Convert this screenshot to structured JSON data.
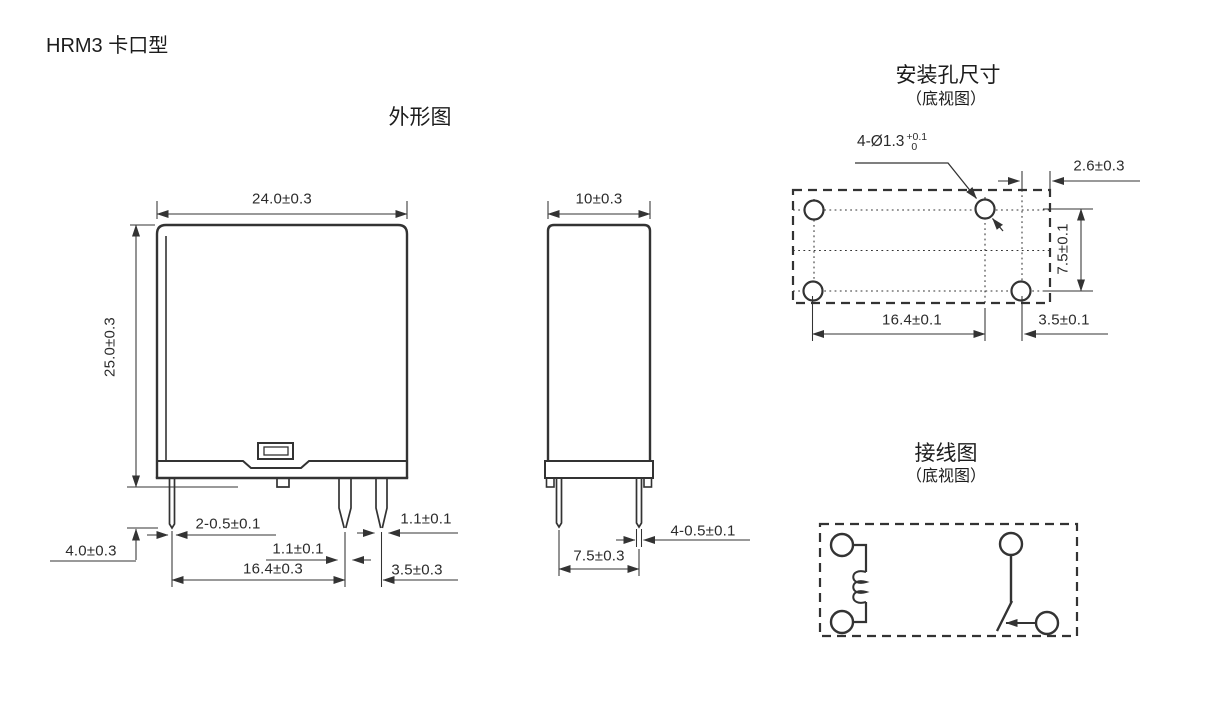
{
  "page": {
    "title": "HRM3 卡口型",
    "line_color": "#333333",
    "background": "#ffffff"
  },
  "outline": {
    "title": "外形图",
    "front": {
      "width": "24.0±0.3",
      "height": "25.0±0.3",
      "pin_length": "4.0±0.3",
      "pin_thickness": "2-0.5±0.1",
      "pin_width_outer": "1.1±0.1",
      "pin_width_center": "1.1±0.1",
      "pin_span": "16.4±0.3",
      "pin_offset": "3.5±0.3"
    },
    "side": {
      "width": "10±0.3",
      "pin_pitch": "7.5±0.3",
      "pin_thickness": "4-0.5±0.1"
    }
  },
  "mounting": {
    "title": "安装孔尺寸",
    "subtitle": "（底视图）",
    "hole_callout_main": "4-Ø1.3",
    "hole_callout_tol_upper": "+0.1",
    "hole_callout_tol_lower": "0",
    "edge_offset": "2.6±0.3",
    "row_pitch": "7.5±0.1",
    "col_pitch": "16.4±0.1",
    "col_offset": "3.5±0.1"
  },
  "wiring": {
    "title": "接线图",
    "subtitle": "（底视图）"
  }
}
